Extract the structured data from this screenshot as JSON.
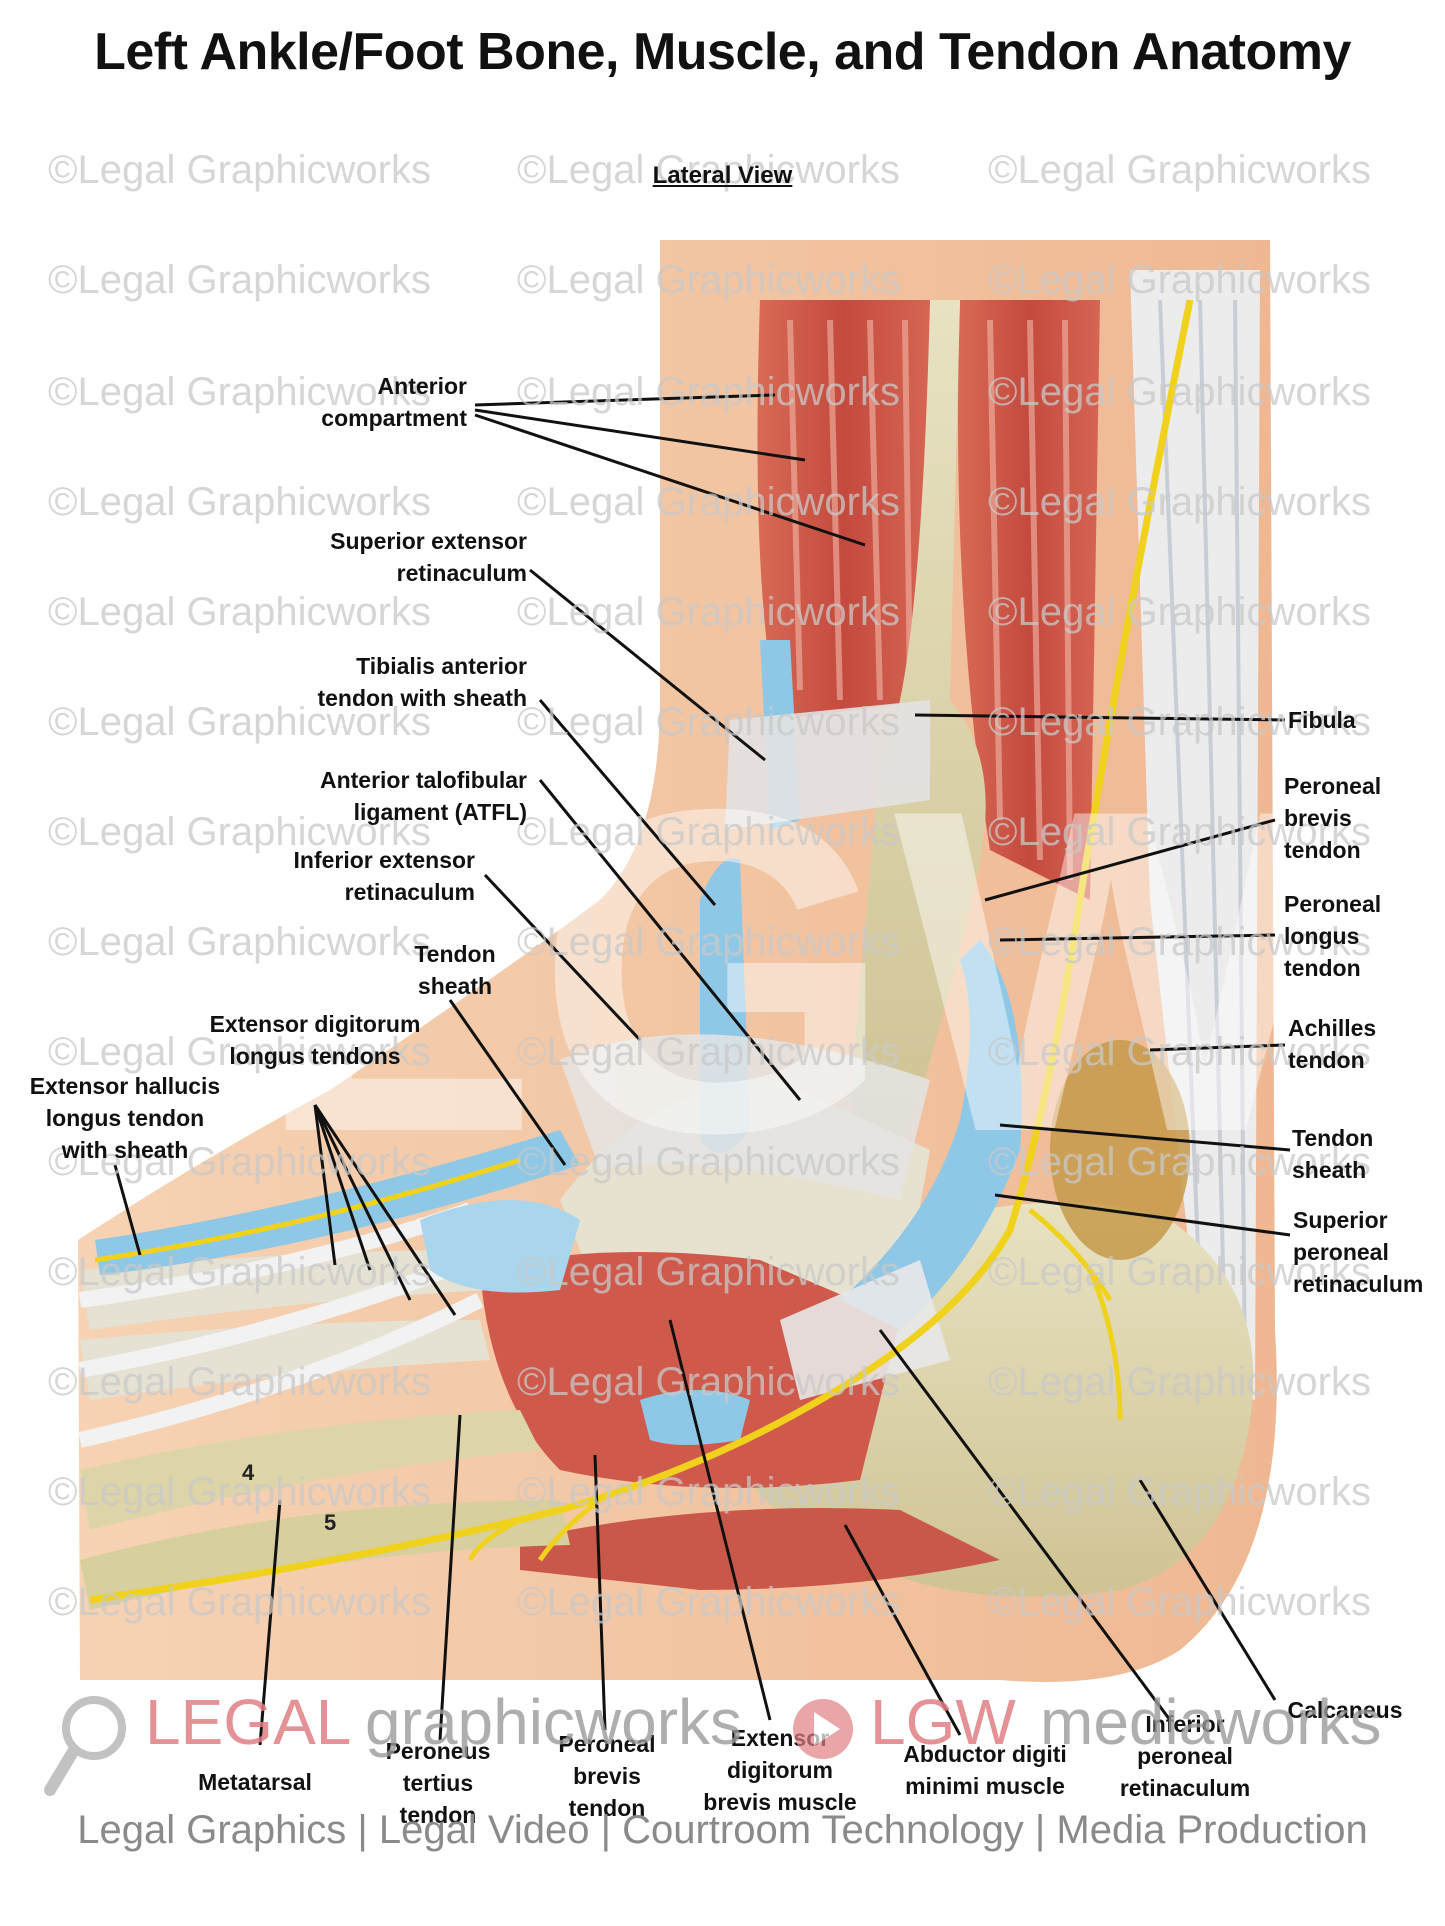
{
  "title": "Left Ankle/Foot Bone, Muscle, and Tendon Anatomy",
  "subtitle": "Lateral View",
  "watermark_text": "©Legal Graphicworks",
  "logo": {
    "legal": "LEGAL",
    "graphicworks": "graphicworks",
    "lgw": "LGW",
    "mediaworks": "mediaworks"
  },
  "footer": "Legal Graphics | Legal Video | Courtroom Technology | Media Production",
  "labels": {
    "anterior_compartment": [
      "Anterior",
      "compartment"
    ],
    "superior_extensor_retinaculum": [
      "Superior extensor",
      "retinaculum"
    ],
    "tibialis_anterior": [
      "Tibialis anterior",
      "tendon with sheath"
    ],
    "atfl": [
      "Anterior talofibular",
      "ligament (ATFL)"
    ],
    "inferior_extensor_retinaculum": [
      "Inferior extensor",
      "retinaculum"
    ],
    "tendon_sheath_left": [
      "Tendon",
      "sheath"
    ],
    "extensor_digitorum_longus": [
      "Extensor digitorum",
      "longus tendons"
    ],
    "extensor_hallucis_longus": [
      "Extensor hallucis",
      "longus tendon",
      "with sheath"
    ],
    "fibula": [
      "Fibula"
    ],
    "peroneal_brevis_tendon_right": [
      "Peroneal",
      "brevis",
      "tendon"
    ],
    "peroneal_longus_tendon": [
      "Peroneal",
      "longus",
      "tendon"
    ],
    "achilles_tendon": [
      "Achilles",
      "tendon"
    ],
    "tendon_sheath_right": [
      "Tendon",
      "sheath"
    ],
    "superior_peroneal_retinaculum": [
      "Superior",
      "peroneal",
      "retinaculum"
    ],
    "calcaneus": [
      "Calcaneus"
    ],
    "inferior_peroneal_retinaculum": [
      "Inferior",
      "peroneal",
      "retinaculum"
    ],
    "abductor_digiti_minimi": [
      "Abductor digiti",
      "minimi muscle"
    ],
    "extensor_digitorum_brevis": [
      "Extensor",
      "digitorum",
      "brevis muscle"
    ],
    "peroneal_brevis_tendon_bottom": [
      "Peroneal",
      "brevis",
      "tendon"
    ],
    "peroneus_tertius": [
      "Peroneus",
      "tertius",
      "tendon"
    ],
    "metatarsal": [
      "Metatarsal"
    ]
  },
  "metatarsal_numbers": [
    "4",
    "5"
  ],
  "colors": {
    "skin": "#f3c8a6",
    "muscle": "#cf5447",
    "tendon_sheath": "#8ec8e6",
    "bone": "#ddd4a8",
    "nerve": "#f0d21c",
    "ligament": "#e4e4e4",
    "achilles": "#ececec"
  }
}
